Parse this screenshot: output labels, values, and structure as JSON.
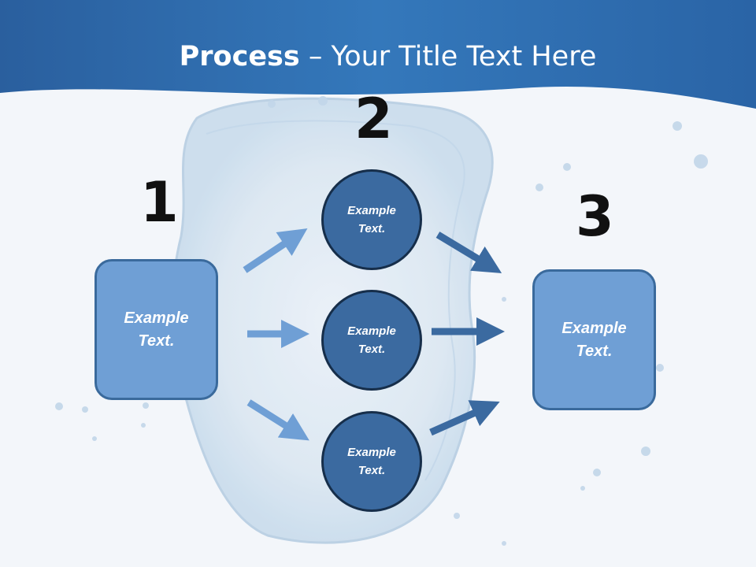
{
  "title": {
    "bold": "Process",
    "rest": " – Your Title Text Here"
  },
  "numbers": {
    "step1": "1",
    "step2": "2",
    "step3": "3"
  },
  "left_box": {
    "text": "Example Text."
  },
  "right_box": {
    "text": "Example Text."
  },
  "circles": [
    {
      "text": "Example Text."
    },
    {
      "text": "Example Text."
    },
    {
      "text": "Example Text."
    }
  ],
  "colors": {
    "header_blue": "#2f6fb0",
    "box_fill": "#6f9fd5",
    "circle_fill": "#3b6aa0",
    "arrow_light": "#6f9fd5",
    "arrow_dark": "#3b6aa0"
  }
}
